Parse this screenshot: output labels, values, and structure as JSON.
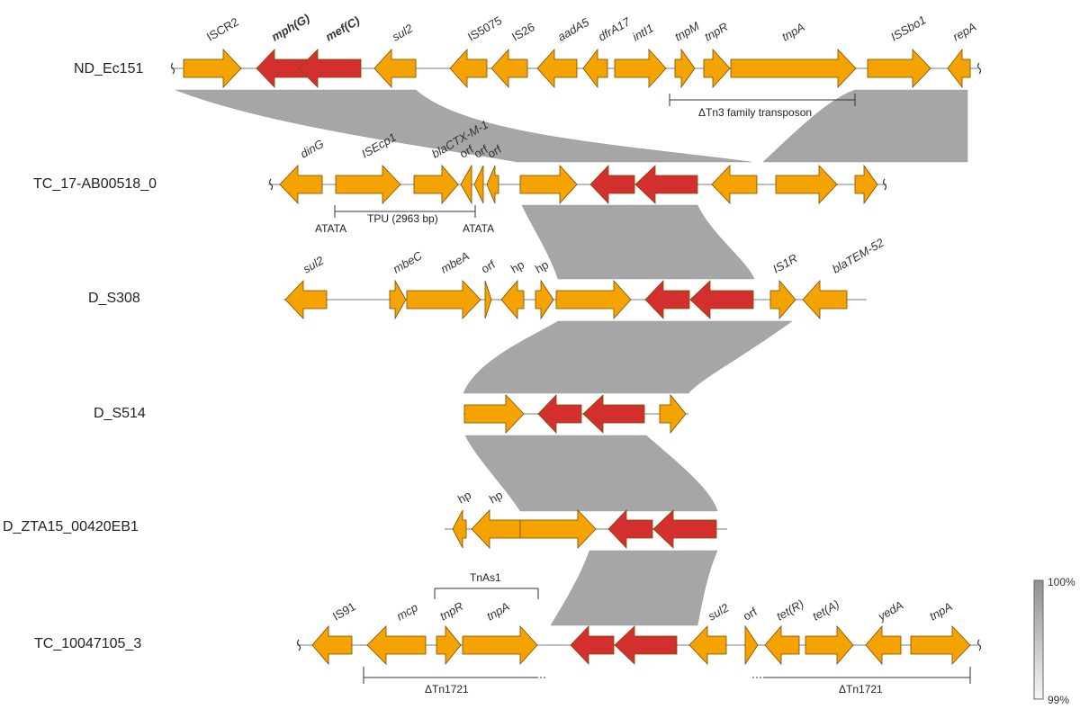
{
  "colors": {
    "gene": "#f5a300",
    "resistance": "#d32f2f",
    "homology": "#a6a6a6",
    "backbone": "#a8a8a8"
  },
  "tracks": [
    {
      "label": "ND_Ec151",
      "genes": [
        {
          "label": "ISCR2"
        },
        {
          "label": "mph(G)"
        },
        {
          "label": "mef(C)"
        },
        {
          "label": "sul2"
        },
        {
          "label": "IS5075"
        },
        {
          "label": "IS26"
        },
        {
          "label": "aadA5"
        },
        {
          "label": "dfrA17"
        },
        {
          "label": "intI1"
        },
        {
          "label": "tnpM"
        },
        {
          "label": "tnpR"
        },
        {
          "label": "tnpA"
        },
        {
          "label": "ISSbo1"
        },
        {
          "label": "repA"
        }
      ],
      "annotations": [
        "ΔTn3 family transposon"
      ]
    },
    {
      "label": "TC_17-AB00518_0",
      "genes": [
        {
          "label": "dinG"
        },
        {
          "label": "ISEcp1"
        },
        {
          "label": "blaCTX-M-1"
        },
        {
          "label": "orf"
        },
        {
          "label": "orf"
        },
        {
          "label": "orf"
        }
      ],
      "annotations": [
        "ATATA",
        "TPU (2963 bp)",
        "ATATA"
      ]
    },
    {
      "label": "D_S308",
      "genes": [
        {
          "label": "sul2"
        },
        {
          "label": "mbeC"
        },
        {
          "label": "mbeA"
        },
        {
          "label": "orf"
        },
        {
          "label": "hp"
        },
        {
          "label": "hp"
        },
        {
          "label": "IS1R"
        },
        {
          "label": "blaTEM-52"
        }
      ]
    },
    {
      "label": "D_S514",
      "genes": []
    },
    {
      "label": "D_ZTA15_00420EB1",
      "genes": [
        {
          "label": "hp"
        },
        {
          "label": "hp"
        }
      ]
    },
    {
      "label": "TC_10047105_3",
      "genes": [
        {
          "label": "IS91"
        },
        {
          "label": "mcp"
        },
        {
          "label": "tnpR"
        },
        {
          "label": "tnpA"
        },
        {
          "label": "sul2"
        },
        {
          "label": "orf"
        },
        {
          "label": "tet(R)"
        },
        {
          "label": "tet(A)"
        },
        {
          "label": "yedA"
        },
        {
          "label": "tnpA"
        }
      ],
      "annotations": [
        "TnAs1",
        "ΔTn1721",
        "ΔTn1721"
      ]
    }
  ],
  "scale": {
    "max_label": "100%",
    "min_label": "99%"
  }
}
